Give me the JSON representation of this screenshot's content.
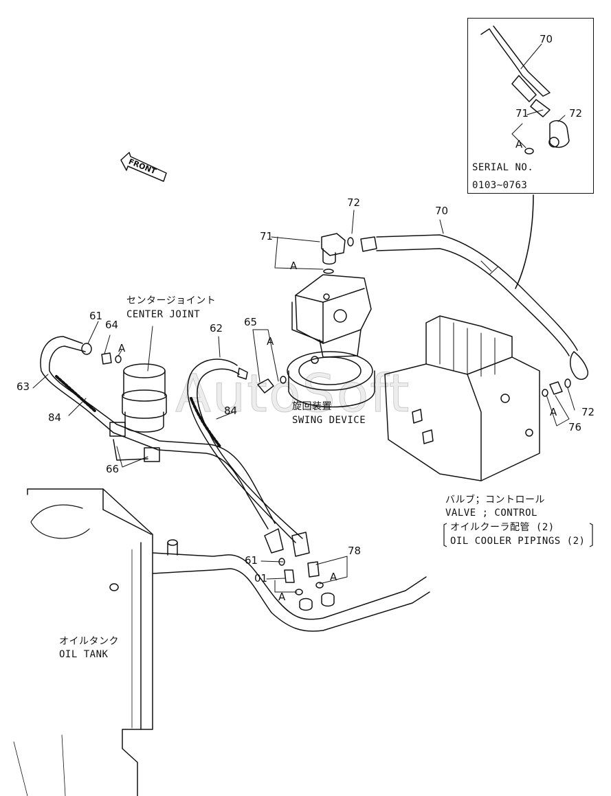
{
  "diagram": {
    "front_label": "FRONT",
    "watermark": "AutoSoft",
    "inset": {
      "serial_label": "SERIAL NO.",
      "serial_range": "0103~0763",
      "callouts": {
        "p70": "70",
        "p71": "71",
        "p72": "72",
        "a": "A"
      }
    },
    "callouts": {
      "p61_top": "61",
      "p64": "64",
      "a_top_left": "A",
      "p63": "63",
      "p84_left": "84",
      "p66": "66",
      "p62": "62",
      "p84_mid": "84",
      "p65": "65",
      "a_65": "A",
      "p71": "71",
      "a_71": "A",
      "p72_top": "72",
      "p70": "70",
      "a_right": "A",
      "p72_right": "72",
      "p76": "76",
      "p61_bottom": "61",
      "p01": "01",
      "a_bottom_left": "A",
      "p78": "78",
      "a_bottom_right": "A"
    },
    "captions": {
      "center_joint_jp": "センタージョイント",
      "center_joint_en": "CENTER JOINT",
      "swing_device_jp": "旋回装置",
      "swing_device_en": "SWING DEVICE",
      "valve_jp": "バルブ；コントロール",
      "valve_en": "VALVE ; CONTROL",
      "piping_jp": "オイルクーラ配管 (2)",
      "piping_en": "OIL COOLER PIPINGS (2)",
      "oil_tank_jp": "オイルタンク",
      "oil_tank_en": "OIL TANK"
    }
  }
}
